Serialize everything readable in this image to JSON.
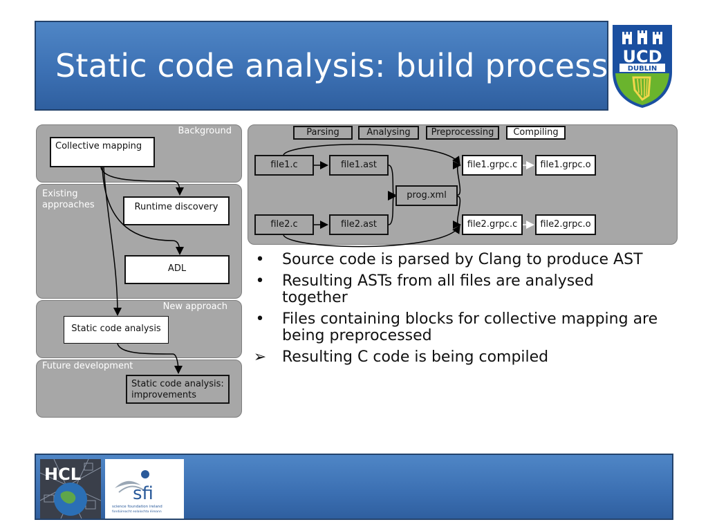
{
  "slide": {
    "title": "Static code analysis: build process"
  },
  "ucd_logo": {
    "line1": "UCD",
    "line2": "DUBLIN"
  },
  "left_diagram": {
    "panels": {
      "background": "Background",
      "existing_1": "Existing",
      "existing_2": "approaches",
      "new": "New approach",
      "future": "Future development"
    },
    "boxes": {
      "collective": "Collective mapping",
      "runtime": "Runtime discovery",
      "adl": "ADL",
      "static": "Static code analysis",
      "improve_1": "Static code analysis:",
      "improve_2": "improvements"
    }
  },
  "right_diagram": {
    "tabs": [
      "Parsing",
      "Analysing",
      "Preprocessing",
      "Compiling"
    ],
    "nodes": {
      "file1_c": "file1.c",
      "file1_ast": "file1.ast",
      "file1_grpc_c": "file1.grpc.c",
      "file1_grpc_o": "file1.grpc.o",
      "prog_xml": "prog.xml",
      "file2_c": "file2.c",
      "file2_ast": "file2.ast",
      "file2_grpc_c": "file2.grpc.c",
      "file2_grpc_o": "file2.grpc.o"
    }
  },
  "bullets": [
    {
      "mark": "•",
      "text": "Source code is parsed by Clang to produce AST"
    },
    {
      "mark": "•",
      "text": "Resulting ASTs from all files are analysed together"
    },
    {
      "mark": "•",
      "text": "Files containing blocks for collective mapping are being preprocessed"
    },
    {
      "mark": "➢",
      "text": "Resulting C code is being compiled"
    }
  ],
  "footer": {
    "hcl_text": "HCL",
    "sfi_text": "sfi",
    "sfi_sub1": "science foundation ireland",
    "sfi_sub2": "fondúireacht eolaíochta éireann"
  },
  "colors": {
    "title_blue": "#3b6fb2",
    "panel_gray": "#a7a7a7",
    "ucd_blue": "#1a4fa0",
    "ucd_green": "#6ab42d"
  }
}
